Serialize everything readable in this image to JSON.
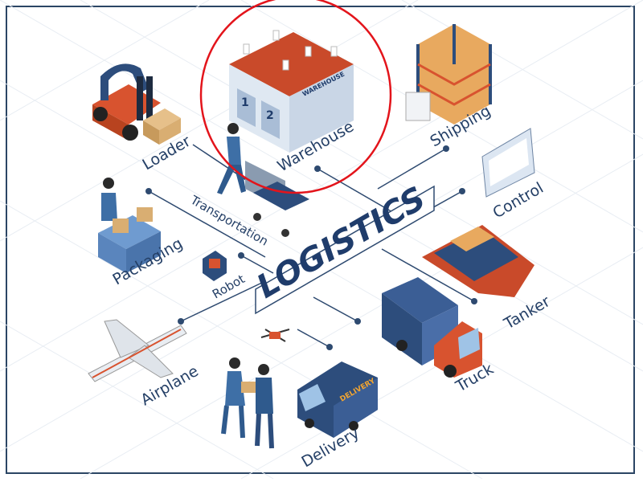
{
  "title": "LOGISTICS",
  "nodes": {
    "loader": "Loader",
    "warehouse": "Warehouse",
    "shipping": "Shipping",
    "control": "Control",
    "transportation": "Transportation",
    "packaging": "Packaging",
    "robot": "Robot",
    "tanker": "Tanker",
    "truck": "Truck",
    "airplane": "Airplane",
    "delivery": "Delivery"
  },
  "building": {
    "sign": "WAREHOUSE",
    "door1": "1",
    "door2": "2"
  },
  "van": {
    "sign": "DELIVERY"
  },
  "highlight": {
    "target": "warehouse",
    "color": "#e3141b"
  },
  "colors": {
    "frame": "#2b4564",
    "text": "#243f66",
    "accent": "#d8532f",
    "blue": "#3e5f8f"
  }
}
